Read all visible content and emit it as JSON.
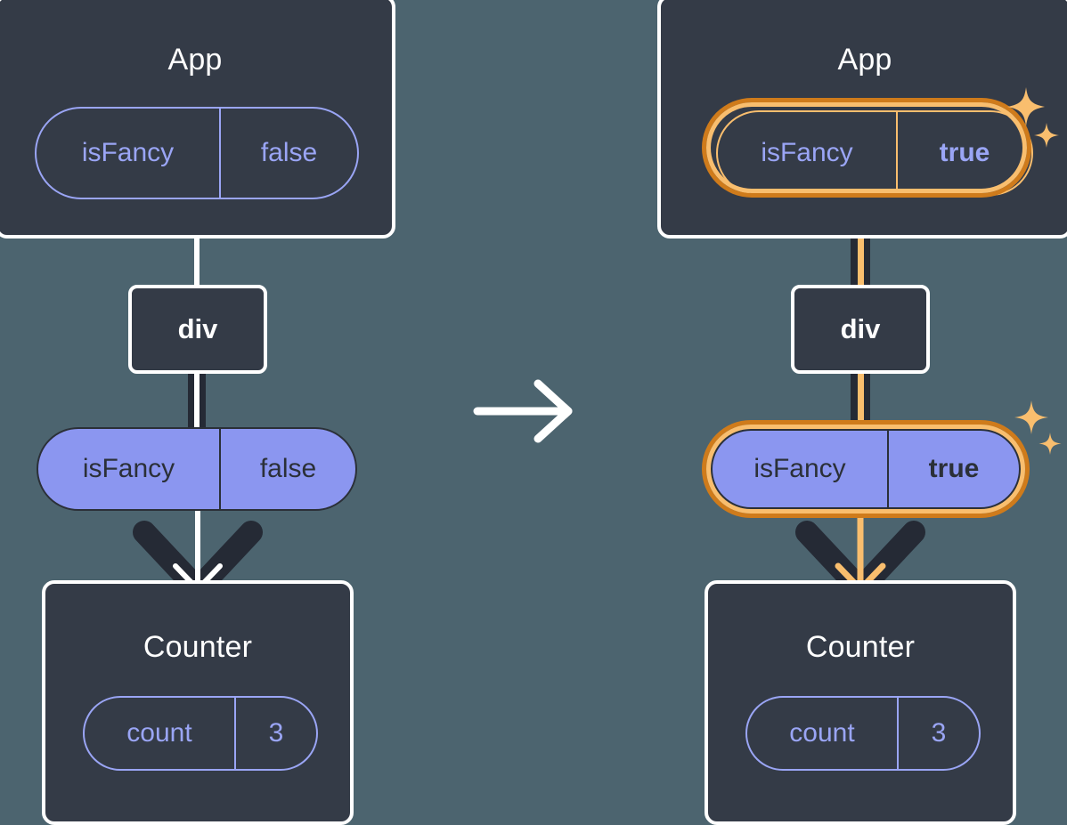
{
  "meta": {
    "title": "React component tree state-change diagram",
    "transition_icon": "right-arrow-icon"
  },
  "colors": {
    "background": "#4c646f",
    "box_fill": "#343b47",
    "box_border": "#ffffff",
    "pill_outline": "#9aa5f5",
    "pill_solid_fill": "#8b96f0",
    "pill_solid_border": "#2b3038",
    "highlight_light": "#f9be6e",
    "highlight_dark": "#cf7b1b",
    "connector_dark": "#252a35",
    "connector_light": "#ffffff",
    "text_light": "#ffffff",
    "text_dark": "#2b3038"
  },
  "before": {
    "app": {
      "title": "App",
      "state": {
        "key": "isFancy",
        "value": "false",
        "highlighted": false
      }
    },
    "div": {
      "label": "div"
    },
    "prop": {
      "key": "isFancy",
      "value": "false",
      "highlighted": false
    },
    "counter": {
      "title": "Counter",
      "state": {
        "key": "count",
        "value": "3",
        "highlighted": false
      }
    }
  },
  "after": {
    "app": {
      "title": "App",
      "state": {
        "key": "isFancy",
        "value": "true",
        "highlighted": true
      },
      "sparkle": "sparkle-icon"
    },
    "div": {
      "label": "div"
    },
    "prop": {
      "key": "isFancy",
      "value": "true",
      "highlighted": true,
      "sparkle": "sparkle-icon"
    },
    "counter": {
      "title": "Counter",
      "state": {
        "key": "count",
        "value": "3",
        "highlighted": false
      }
    }
  }
}
